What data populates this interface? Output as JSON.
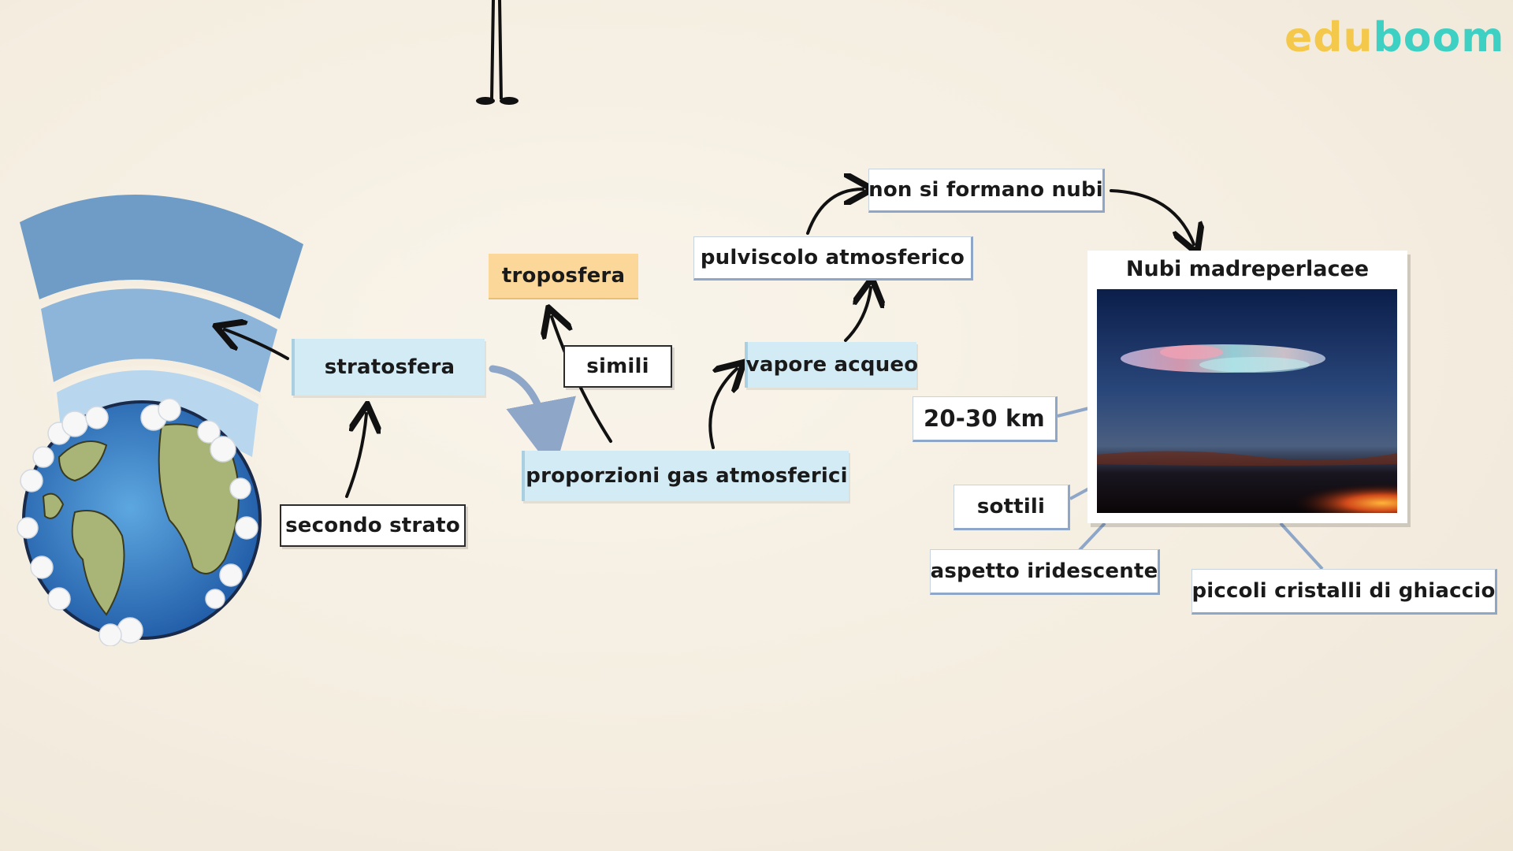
{
  "brand": {
    "logo_part1": "edu",
    "logo_part2": "boom",
    "color1": "#f4c84a",
    "color2": "#3fd0c4"
  },
  "colors": {
    "blue_label": "#d3ebf5",
    "orange_label": "#fbd89a",
    "connector": "#8ea6c8",
    "arrow": "#111111"
  },
  "nodes": {
    "troposfera": "troposfera",
    "stratosfera": "stratosfera",
    "secondo_strato": "secondo strato",
    "simili": "simili",
    "proporzioni": "proporzioni gas atmosferici",
    "vapore": "vapore acqueo",
    "pulviscolo": "pulviscolo atmosferico",
    "non_nubi": "non si formano nubi",
    "km": "20-30 km",
    "sottili": "sottili",
    "iridescente": "aspetto iridescente",
    "cristalli": "piccoli cristalli di ghiaccio"
  },
  "photo": {
    "title": "Nubi madreperlacee",
    "image": "nacreous-clouds-photo"
  },
  "illustrations": [
    "earth-globe-icon",
    "atmosphere-layers-icon",
    "stick-figure-legs-icon"
  ]
}
